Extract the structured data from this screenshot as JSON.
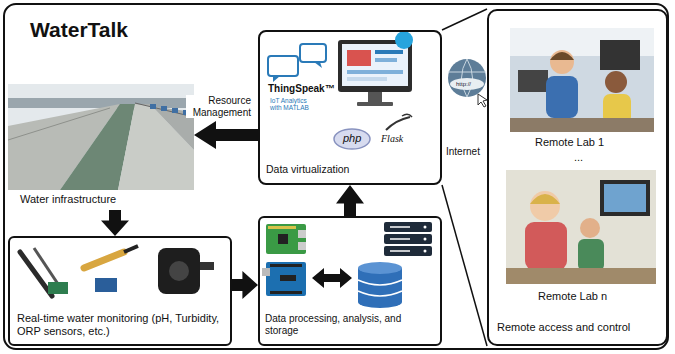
{
  "diagram": {
    "title": "WaterTalk",
    "nodes": [
      {
        "text": [
          "Water infrastructure"
        ]
      },
      {
        "text": [
          "Data virtualization"
        ]
      },
      {
        "text": [
          "Remote access and control"
        ]
      },
      {
        "text": [
          "Real-time water monitoring (pH, Turbidity, ORP sensors, etc.)"
        ]
      },
      {
        "text": [
          "Data processing, analysis, and storage"
        ]
      }
    ],
    "edges": [
      {
        "from": 1,
        "to": 0,
        "arrow": "to",
        "label": "Resource Management"
      },
      {
        "from": 0,
        "to": 3,
        "arrow": "to"
      },
      {
        "from": 3,
        "to": 4,
        "arrow": "to"
      },
      {
        "from": 4,
        "to": 1,
        "arrow": "to"
      },
      {
        "from": 1,
        "to": 2,
        "arrow": "none"
      },
      {
        "from": 1,
        "to": 2,
        "arrow": "none"
      }
    ],
    "labels": [
      "ThingSpeak™",
      "IoT Analytics with MATLAB",
      "php",
      "Flask",
      "http://",
      "Internet",
      "Remote Lab 1",
      "...",
      "Remote Lab n"
    ]
  }
}
